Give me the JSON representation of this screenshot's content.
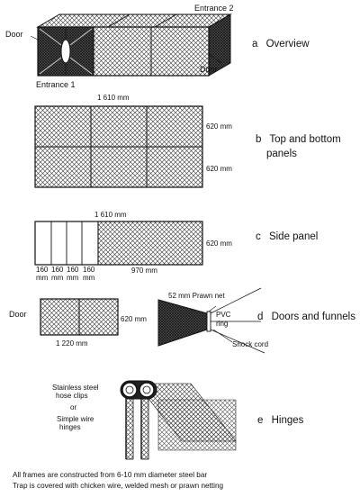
{
  "overview": {
    "door_left": "Door",
    "entrance2": "Entrance 2",
    "door_right": "Door",
    "entrance1": "Entrance 1",
    "caption_letter": "a",
    "caption_text": "Overview"
  },
  "top_bottom": {
    "width": "1 610 mm",
    "height_top": "620 mm",
    "height_bottom": "620 mm",
    "caption_letter": "b",
    "caption_line1": "Top and bottom",
    "caption_line2": "panels"
  },
  "side": {
    "width": "1 610 mm",
    "height": "620 mm",
    "sections": [
      "160",
      "160",
      "160",
      "160"
    ],
    "unit": "mm",
    "mesh_width": "970 mm",
    "caption_letter": "c",
    "caption_text": "Side panel"
  },
  "doors": {
    "door": "Door",
    "height": "620 mm",
    "width": "1 220 mm",
    "net": "52 mm Prawn net",
    "pvc1": "PVC",
    "pvc2": "ring",
    "shock": "Shock cord",
    "caption_letter": "d",
    "caption_text": "Doors and funnels"
  },
  "hinges": {
    "l1": "Stainless steel",
    "l2": "hose clips",
    "l3": "or",
    "l4": "Simple wire",
    "l5": "hinges",
    "caption_letter": "e",
    "caption_text": "Hinges"
  },
  "notes": {
    "line1": "All frames are constructed from 6-10 mm diameter steel bar",
    "line2": "Trap is covered with chicken wire, welded mesh or prawn netting"
  }
}
